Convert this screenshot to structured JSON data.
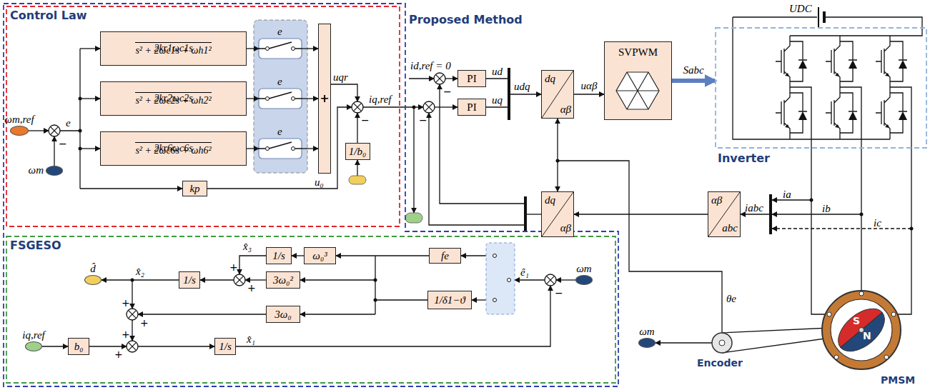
{
  "diagram": {
    "nodes": [
      {
        "text": [
          "Proposed Method"
        ]
      },
      {
        "text": [
          "Control Law"
        ],
        "in": 0
      },
      {
        "text": [
          "ωm,ref"
        ],
        "in": 1
      },
      {
        "text": [
          "ωm"
        ],
        "in": 1
      },
      {
        "text": [
          "2kr1ωc1s",
          "s² + 2ωc1s + ωh1²"
        ],
        "in": 1
      },
      {
        "text": [
          "2kr2ωc2s",
          "s² + 2ωc2s + ωh2²"
        ],
        "in": 1
      },
      {
        "text": [
          "2kr6ωc6s",
          "s² + 2ωc6s + ωh6²"
        ],
        "in": 1
      },
      {
        "text": [
          "+",
          "+",
          "+"
        ],
        "in": 1
      },
      {
        "text": [
          "kp"
        ],
        "in": 1
      },
      {
        "text": [
          "1/b₀"
        ],
        "in": 1
      },
      {
        "text": [
          "FSGESO"
        ],
        "in": 0
      },
      {
        "text": [
          "d̂"
        ],
        "in": 10
      },
      {
        "text": [
          "iq,ref"
        ],
        "in": 10
      },
      {
        "text": [
          "b₀"
        ],
        "in": 10
      },
      {
        "text": [
          "1/s"
        ],
        "in": 10
      },
      {
        "text": [
          "1/s"
        ],
        "in": 10
      },
      {
        "text": [
          "ω₀³"
        ],
        "in": 10
      },
      {
        "text": [
          "3ω₀²"
        ],
        "in": 10
      },
      {
        "text": [
          "3ω₀"
        ],
        "in": 10
      },
      {
        "text": [
          "1/s"
        ],
        "in": 10
      },
      {
        "text": [
          "fe"
        ],
        "in": 10
      },
      {
        "text": [
          "1/δ1−ϑ"
        ],
        "in": 10
      },
      {
        "text": [
          "ωm"
        ],
        "in": 10
      },
      {
        "text": [
          "PI"
        ]
      },
      {
        "text": [
          "PI"
        ]
      },
      {
        "text": [
          "dq",
          "αβ"
        ]
      },
      {
        "text": [
          "SVPWM"
        ]
      },
      {
        "text": [
          "Inverter"
        ]
      },
      {
        "text": [
          "dq",
          "αβ"
        ]
      },
      {
        "text": [
          "αβ",
          "abc"
        ]
      },
      {
        "text": [
          "ωm"
        ]
      }
    ],
    "edges": [
      {
        "from": 25,
        "to": 26,
        "arrow": "to",
        "label": "uαβ"
      },
      {
        "from": 26,
        "to": 27,
        "arrow": "to",
        "label": "Sabc"
      },
      {
        "from": 29,
        "to": 28,
        "arrow": "to"
      },
      {
        "from": 25,
        "to": 28,
        "arrow": "both"
      },
      {
        "from": 16,
        "to": 15,
        "arrow": "to"
      }
    ],
    "labels": [
      "e",
      "−",
      "e",
      "e",
      "e",
      "uqr",
      "u₀",
      "−",
      "id,ref = 0",
      "iq,ref",
      "−",
      "−",
      "ud",
      "uq",
      "udq",
      "UDC",
      "ia",
      "ib",
      "ic",
      "iabc",
      "S",
      "N",
      "PMSM",
      "Encoder",
      "θe",
      "x̂₃",
      "x̂₂",
      "x̂₁",
      "ê₁",
      "+",
      "+",
      "+",
      "+",
      "+",
      "+",
      "−"
    ]
  }
}
